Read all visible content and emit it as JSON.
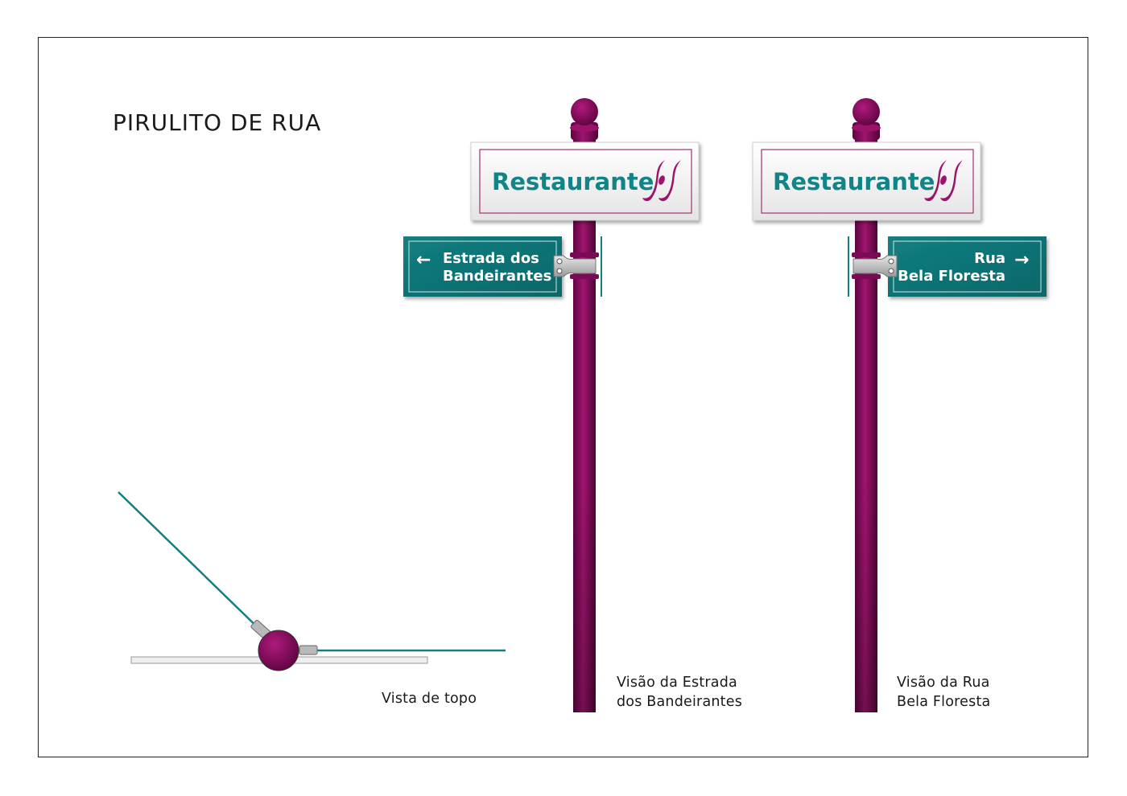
{
  "title": "PIRULITO DE RUA",
  "captions": {
    "top_view": "Vista de topo",
    "view_left_line1": "Visão da Estrada",
    "view_left_line2": "dos Bandeirantes",
    "view_right_line1": "Visão da Rua",
    "view_right_line2": "Bela Floresta"
  },
  "signs": {
    "main_label": "Restaurante",
    "left_street_line1": "Estrada dos",
    "left_street_line2": "Bandeirantes",
    "right_street_line1": "Rua",
    "right_street_line2": "Bela Floresta",
    "left_arrow": "←",
    "right_arrow": "→"
  },
  "colors": {
    "pole": "#8b0a5f",
    "teal": "#0f7d7f",
    "text_teal": "#118487",
    "sign_border": "#a0326e"
  }
}
